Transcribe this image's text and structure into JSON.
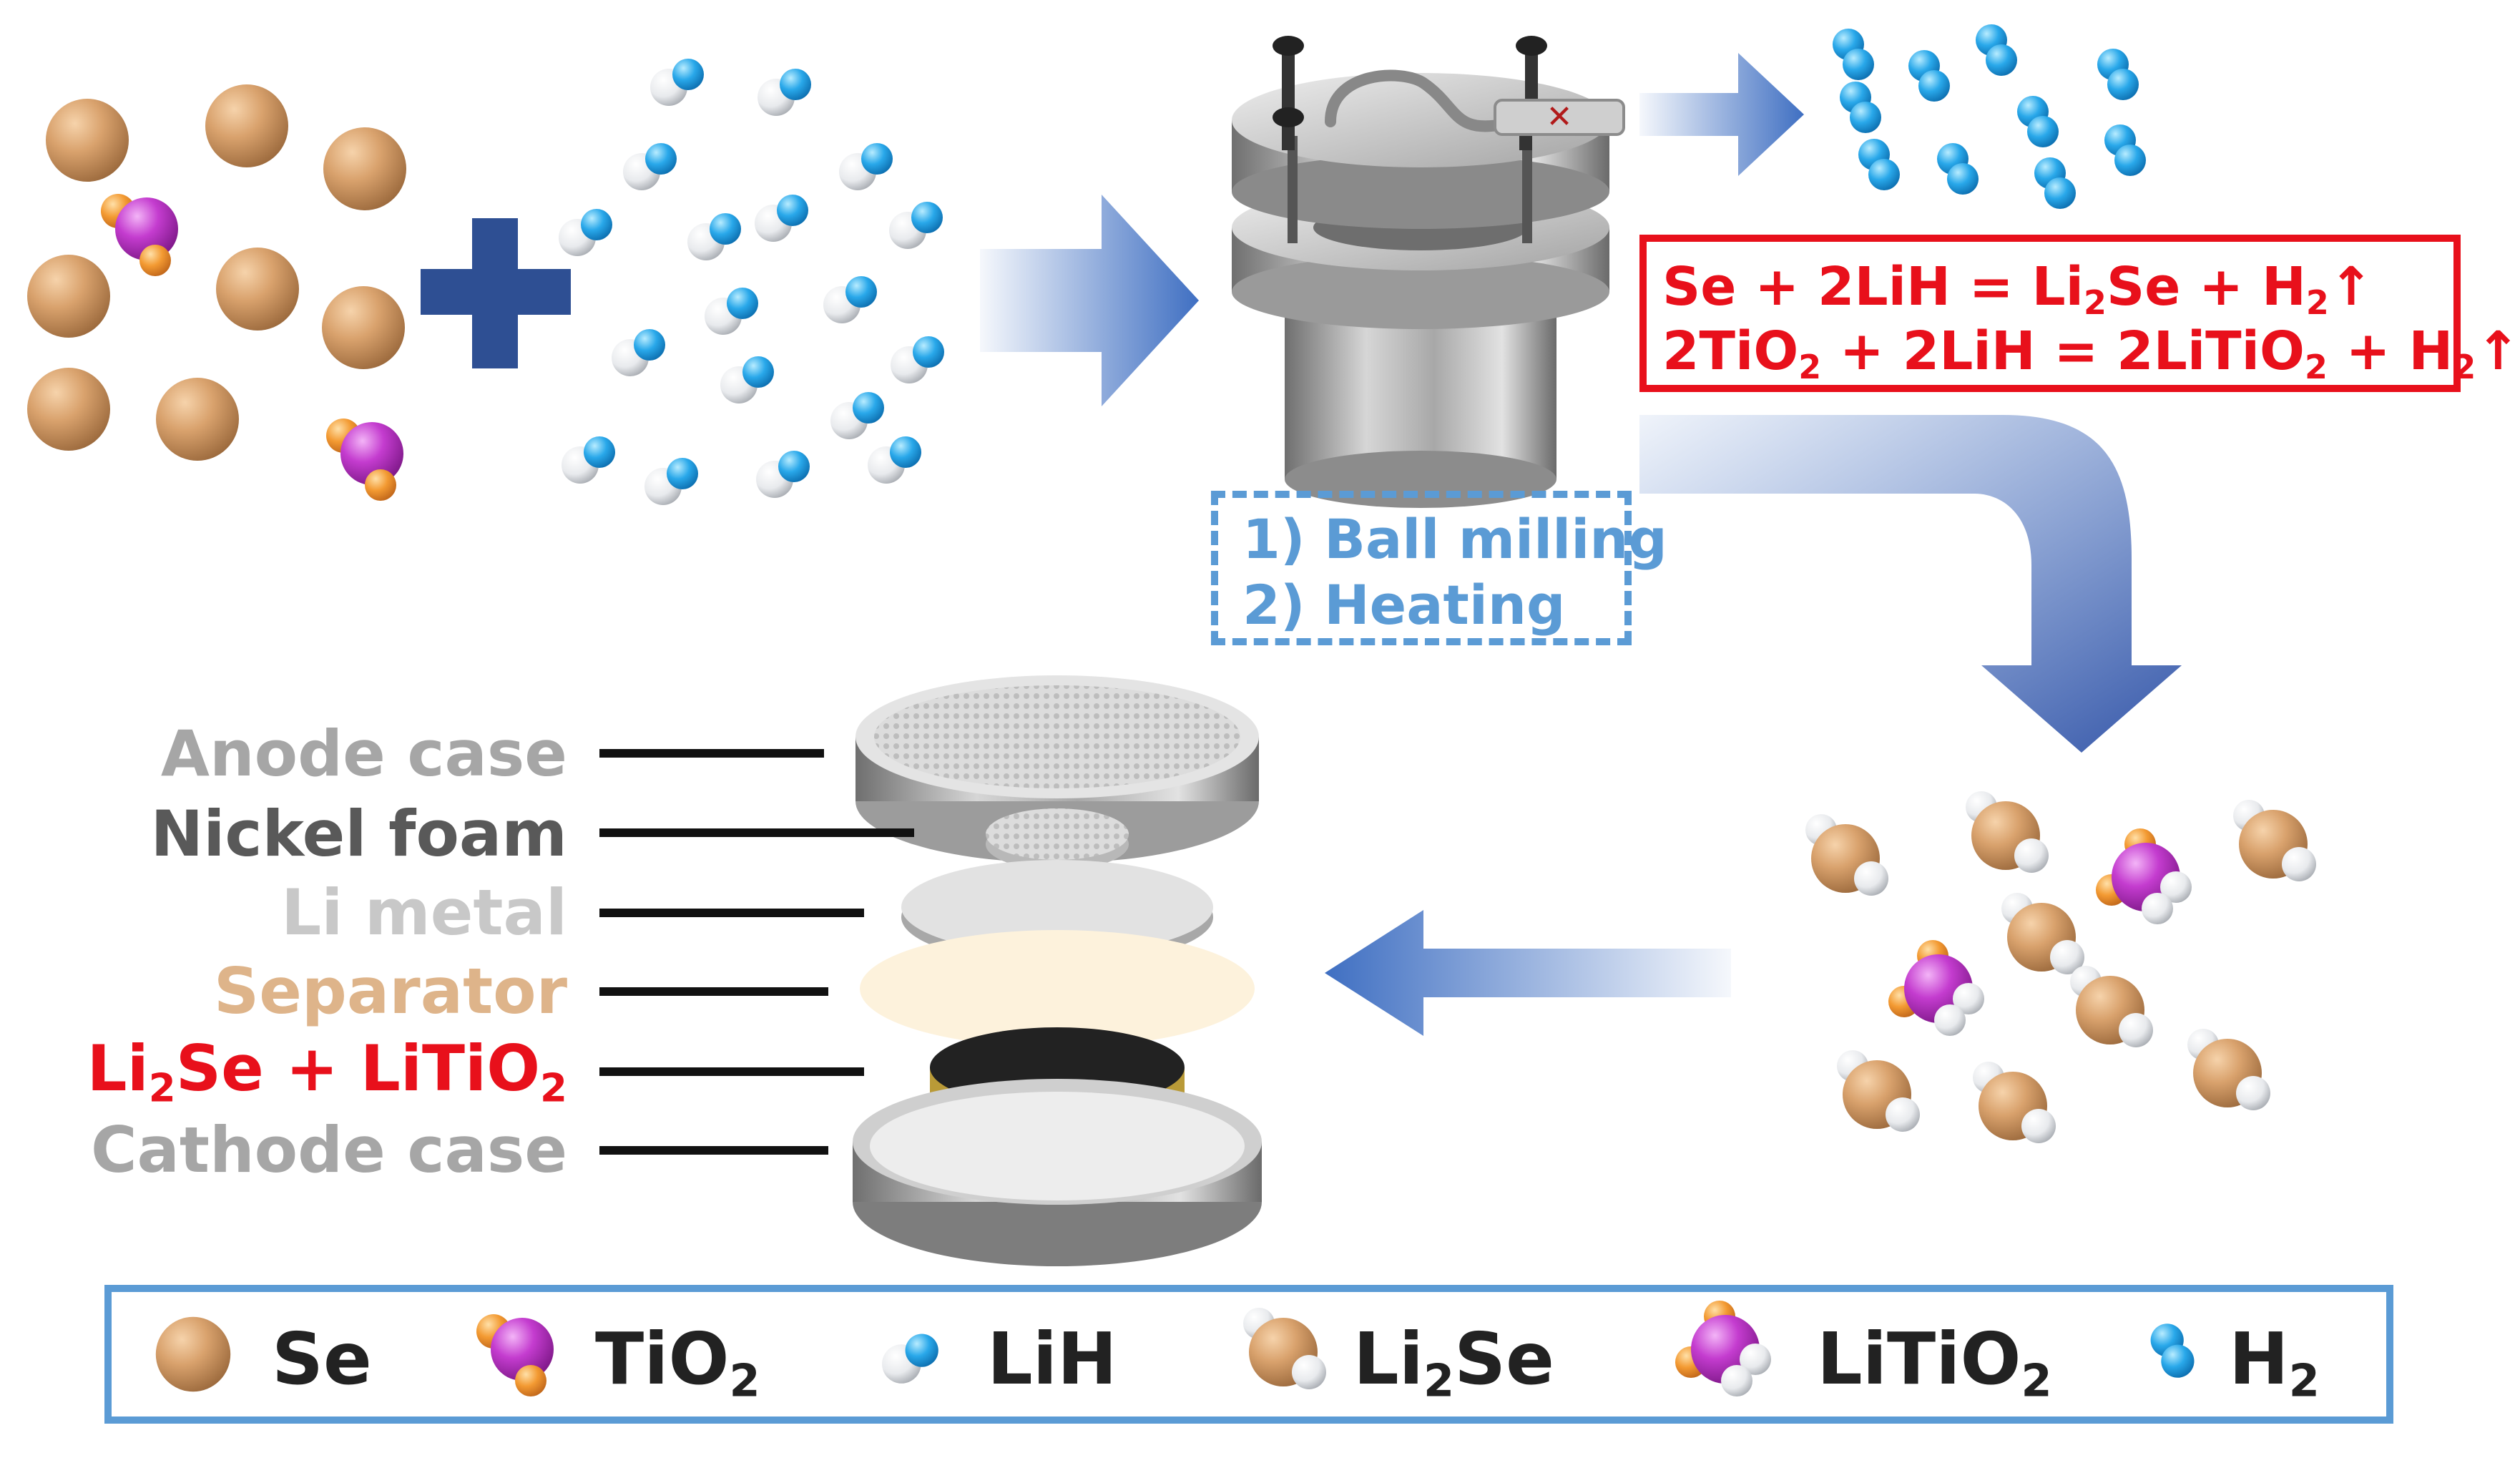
{
  "equations": {
    "line1": {
      "a": "Se + 2LiH = Li",
      "sub1": "2",
      "b": "Se + H",
      "sub2": "2",
      "c": "↑"
    },
    "line2": {
      "a": "2TiO",
      "sub1": "2",
      "b": " + 2LiH = 2LiTiO",
      "sub2": "2",
      "c": " + H",
      "sub3": "2",
      "d": "↑"
    }
  },
  "process_steps": {
    "step1": "1) Ball milling",
    "step2": "2) Heating"
  },
  "cell_layers": [
    {
      "text": "Anode case",
      "color": "#a6a6a6"
    },
    {
      "text": "Nickel foam",
      "color": "#595959"
    },
    {
      "text": "Li metal",
      "color": "#c8c8c8"
    },
    {
      "text": "Separator",
      "color": "#deb48a"
    },
    {
      "text": "Li",
      "sub": "2",
      "tail": "Se + LiTiO",
      "sub2": "2",
      "color": "#e8101b"
    },
    {
      "text": "Cathode case",
      "color": "#a6a6a6"
    }
  ],
  "legend": [
    {
      "icon": "se-particle-icon",
      "text": "Se"
    },
    {
      "icon": "tio2-molecule-icon",
      "text": "TiO",
      "sub": "2"
    },
    {
      "icon": "lih-molecule-icon",
      "text": "LiH"
    },
    {
      "icon": "li2se-molecule-icon",
      "text": "Li",
      "sub": "2",
      "tail": "Se"
    },
    {
      "icon": "litio2-molecule-icon",
      "text": "LiTiO",
      "sub": "2"
    },
    {
      "icon": "h2-molecule-icon",
      "text": "H",
      "sub": "2"
    }
  ],
  "colors": {
    "se": "#d09a66",
    "tio2_center": "#c43ccf",
    "tio2_o": "#f39a32",
    "lih_li": "#eef0f2",
    "lih_h": "#1fa6e6",
    "h2": "#2aa3e8",
    "arrow": "#3f6fc2",
    "plus": "#2e4f93",
    "highlight": "#e8101b",
    "accent_blue": "#5b9bd5"
  }
}
